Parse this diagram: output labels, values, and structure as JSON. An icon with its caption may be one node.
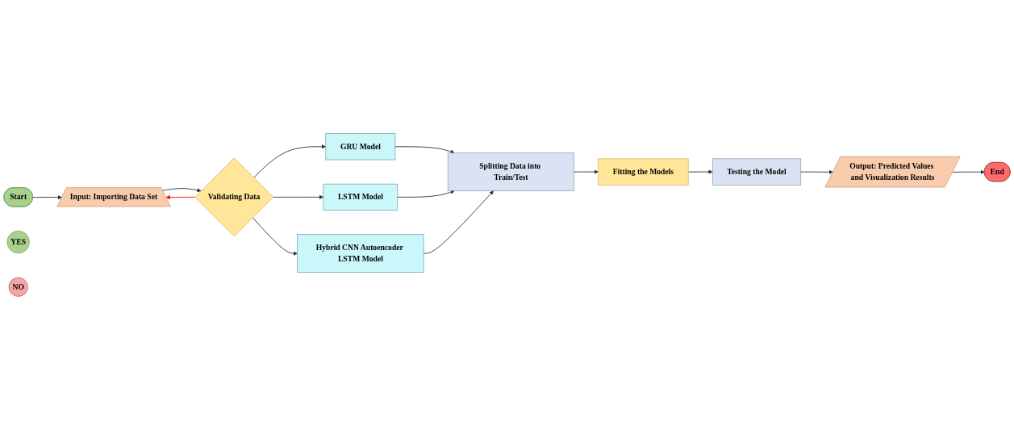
{
  "diagram": {
    "nodes": [
      {
        "text": [
          "Start"
        ]
      },
      {
        "text": [
          "Input: Importing Data Set"
        ]
      },
      {
        "text": [
          "Validating Data"
        ]
      },
      {
        "text": [
          "YES"
        ]
      },
      {
        "text": [
          "GRU Model"
        ]
      },
      {
        "text": [
          "LSTM Model"
        ]
      },
      {
        "text": [
          "Hybrid CNN Autoencoder LSTM Model"
        ]
      },
      {
        "text": [
          "Splitting Data into Train/Test"
        ]
      },
      {
        "text": [
          "Fitting the Models"
        ]
      },
      {
        "text": [
          "Testing the Model"
        ]
      },
      {
        "text": [
          "Output: Predicted Values and Visualization Results"
        ]
      },
      {
        "text": [
          "End"
        ]
      },
      {
        "text": [
          "NO"
        ]
      }
    ],
    "edges": [
      {
        "from": 0,
        "to": 1,
        "arrow": "to"
      },
      {
        "from": 1,
        "to": 2,
        "arrow": "to"
      },
      {
        "from": 2,
        "to": 4,
        "arrow": "to"
      },
      {
        "from": 2,
        "to": 5,
        "arrow": "to"
      },
      {
        "from": 2,
        "to": 6,
        "arrow": "to"
      },
      {
        "from": 2,
        "to": 1,
        "arrow": "to",
        "color": "#ff0000"
      },
      {
        "from": 4,
        "to": 7,
        "arrow": "to"
      },
      {
        "from": 5,
        "to": 7,
        "arrow": "to"
      },
      {
        "from": 6,
        "to": 7,
        "arrow": "to"
      },
      {
        "from": 7,
        "to": 8,
        "arrow": "to"
      },
      {
        "from": 8,
        "to": 9,
        "arrow": "to"
      },
      {
        "from": 9,
        "to": 10,
        "arrow": "to"
      },
      {
        "from": 10,
        "to": 11,
        "arrow": "to"
      }
    ]
  }
}
